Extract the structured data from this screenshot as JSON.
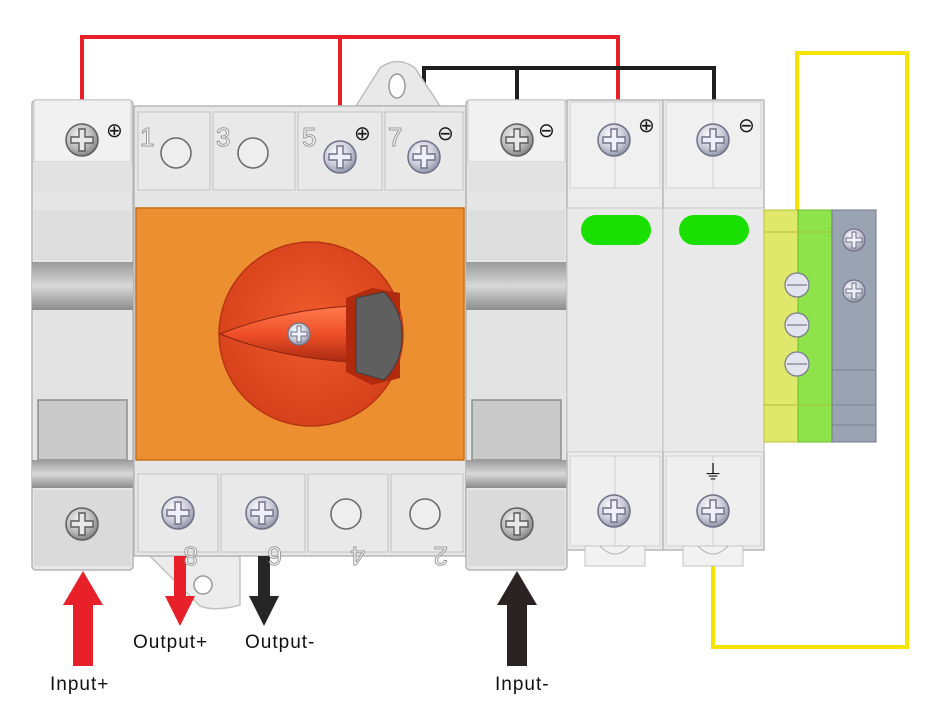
{
  "colors": {
    "positive_wire": "#e8202a",
    "negative_wire": "#1f1f1f",
    "ground_wire": "#f5e400",
    "switch_body": "#ec8f30",
    "knob": "#e34a22",
    "indicator": "#19e000",
    "breaker_body": "#e4e4e4"
  },
  "switch": {
    "top_terminals": [
      "1",
      "3",
      "5",
      "7"
    ],
    "bottom_terminals": [
      "8",
      "6",
      "4",
      "2"
    ]
  },
  "symbols": {
    "plus": "⊕",
    "minus": "⊖",
    "ground": "⏚"
  },
  "labels": {
    "input_plus": "Input+",
    "input_minus": "Input-",
    "output_plus": "Output+",
    "output_minus": "Output-"
  }
}
